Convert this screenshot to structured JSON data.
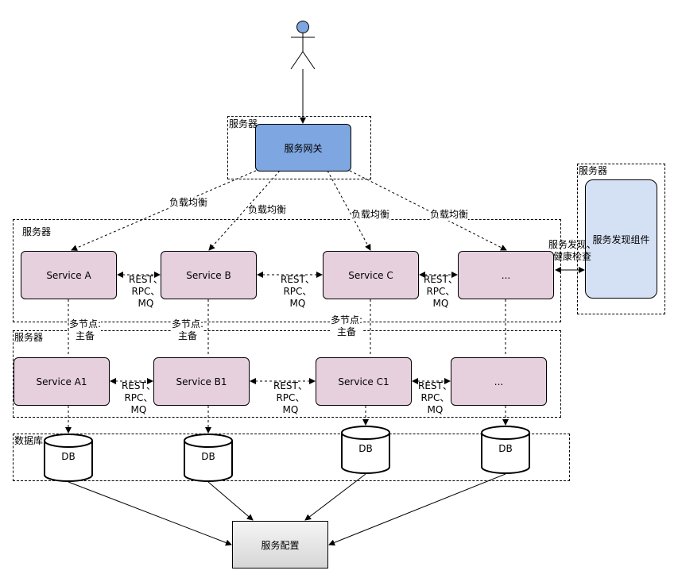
{
  "groups": {
    "gateway": "服务器",
    "services": "服务器",
    "replicas": "服务器",
    "database": "数据库",
    "discovery": "服务器"
  },
  "gateway": "服务网关",
  "discovery": "服务发现组件",
  "discovery_link": "服务发现、\n健康检查",
  "config": "服务配置",
  "services": [
    "Service A",
    "Service B",
    "Service C",
    "..."
  ],
  "replicas": [
    "Service A1",
    "Service B1",
    "Service C1",
    "..."
  ],
  "db_label": "DB",
  "lb_label": "负载均衡",
  "rest_label": "REST、\nRPC、\nMQ",
  "replica_label": "多节点:\n主备",
  "colors": {
    "service": "#e6d0de",
    "gateway": "#7ea6e0",
    "discovery": "#d4e1f5"
  }
}
